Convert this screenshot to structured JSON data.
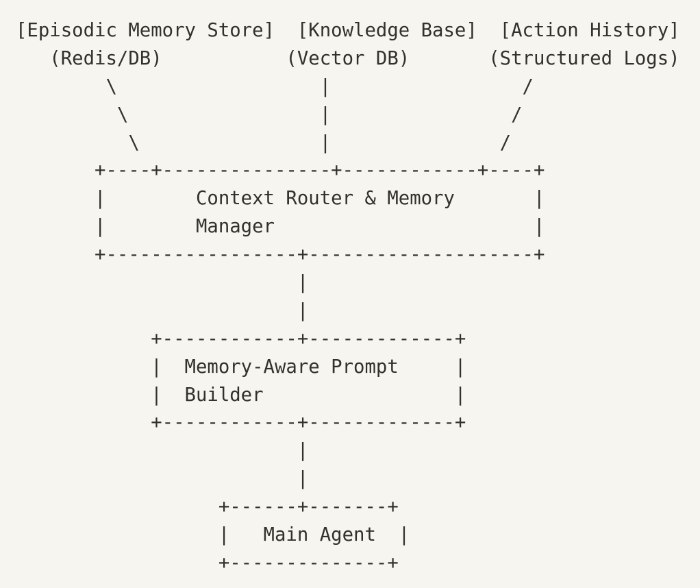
{
  "colors": {
    "background": "#f7f5f0",
    "ink": "#33312c"
  },
  "diagram": {
    "lines": [
      "[Episodic Memory Store]  [Knowledge Base]  [Action History]",
      "   (Redis/DB)           (Vector DB)       (Structured Logs)",
      "        \\                  |                 /",
      "         \\                 |                /",
      "          \\                |               /",
      "       +----+---------------+------------+----+",
      "       |        Context Router & Memory       |",
      "       |        Manager                       |",
      "       +-----------------+--------------------+",
      "                         |",
      "                         |",
      "            +------------+-------------+",
      "            |  Memory-Aware Prompt     |",
      "            |  Builder                 |",
      "            +------------+-------------+",
      "                         |",
      "                         |",
      "                  +------+-------+",
      "                  |   Main Agent  |",
      "                  +--------------+"
    ]
  }
}
